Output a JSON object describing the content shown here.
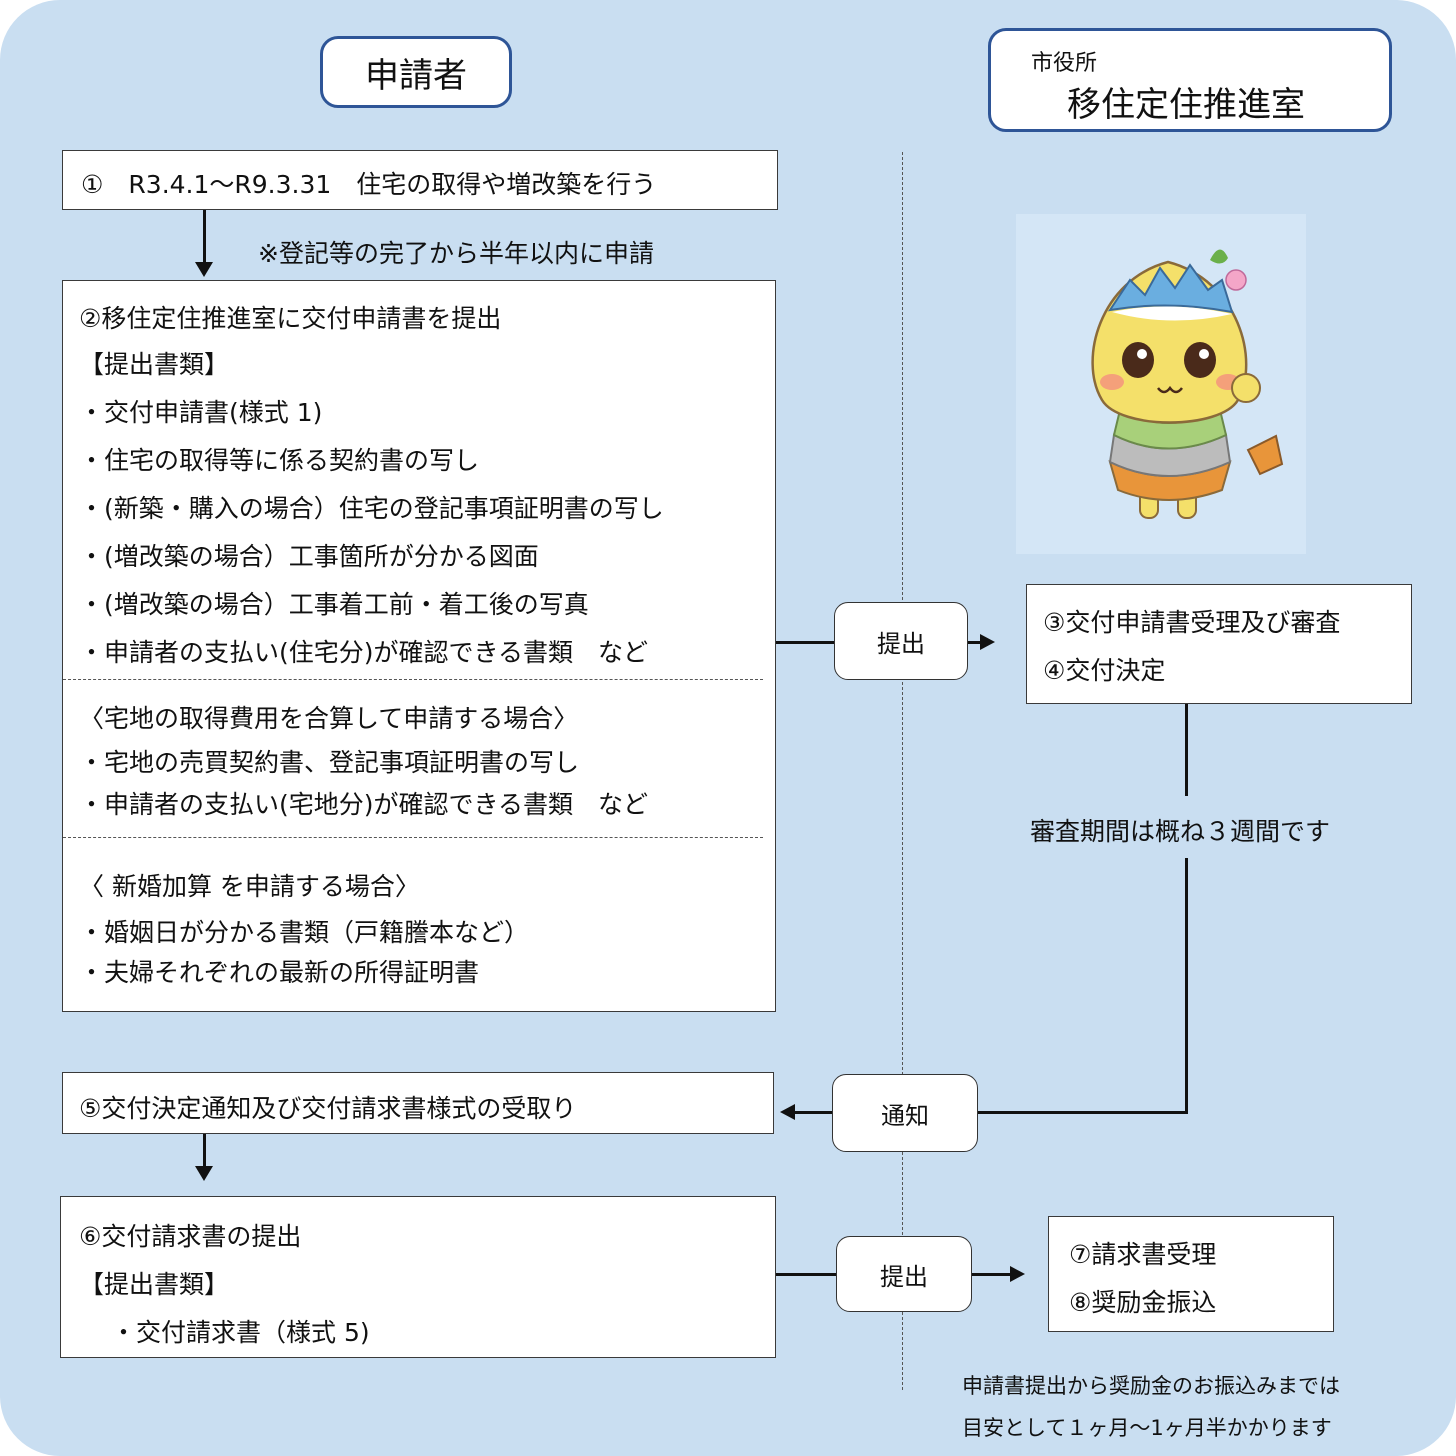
{
  "header": {
    "applicant": "申請者",
    "city_small": "市役所",
    "city_office": "移住定住推進室"
  },
  "step1": "①　R3.4.1～R9.3.31　住宅の取得や増改築を行う",
  "note_after_step1": "※登記等の完了から半年以内に申請",
  "step2": {
    "lines": [
      "②移住定住推進室に交付申請書を提出",
      "【提出書類】",
      "・交付申請書(様式 1)",
      "・住宅の取得等に係る契約書の写し",
      "・(新築・購入の場合）住宅の登記事項証明書の写し",
      "・(増改築の場合）工事箇所が分かる図面",
      "・(増改築の場合）工事着工前・着工後の写真",
      "・申請者の支払い(住宅分)が確認できる書類　など"
    ],
    "land_lines": [
      "〈宅地の取得費用を合算して申請する場合〉",
      "・宅地の売買契約書、登記事項証明書の写し",
      "・申請者の支払い(宅地分)が確認できる書類　など"
    ],
    "marriage_lines": [
      "〈 新婚加算 を申請する場合〉",
      "・婚姻日が分かる書類（戸籍謄本など）",
      "・夫婦それぞれの最新の所得証明書"
    ]
  },
  "submit_label_1": "提出",
  "step34": [
    "③交付申請書受理及び審査",
    "④交付決定"
  ],
  "review_period": "審査期間は概ね３週間です",
  "notify_label": "通知",
  "step5": "⑤交付決定通知及び交付請求書様式の受取り",
  "step6": [
    "⑥交付請求書の提出",
    "【提出書類】",
    "・交付請求書（様式 5)"
  ],
  "submit_label_2": "提出",
  "step78": [
    "⑦請求書受理",
    "⑧奨励金振込"
  ],
  "footer_note": [
    "申請書提出から奨励金のお振込みまでは",
    "目安として１ヶ月～1ヶ月半かかります"
  ],
  "colors": {
    "background": "#c9def1",
    "header_border": "#2e5597"
  }
}
